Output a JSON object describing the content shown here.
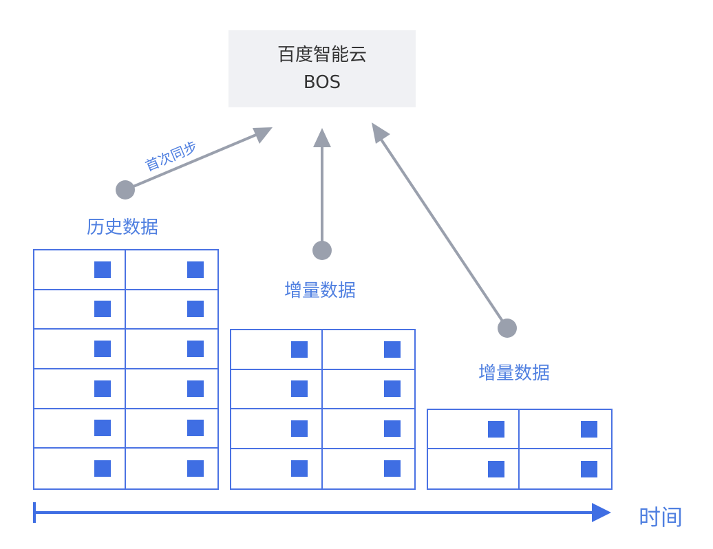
{
  "bos": {
    "title": "百度智能云",
    "subtitle": "BOS"
  },
  "labels": {
    "first_sync": "首次同步",
    "history": "历史数据",
    "incremental_1": "增量数据",
    "incremental_2": "增量数据",
    "time": "时间"
  },
  "colors": {
    "accent": "#4f7fe0",
    "grid_border": "#4a72e3",
    "marker": "#3f6ee3",
    "arrow": "#9aa0ad",
    "box": "#f0f1f4"
  },
  "groups": [
    {
      "name": "history",
      "rows": 6
    },
    {
      "name": "incremental-1",
      "rows": 4
    },
    {
      "name": "incremental-2",
      "rows": 2
    }
  ]
}
